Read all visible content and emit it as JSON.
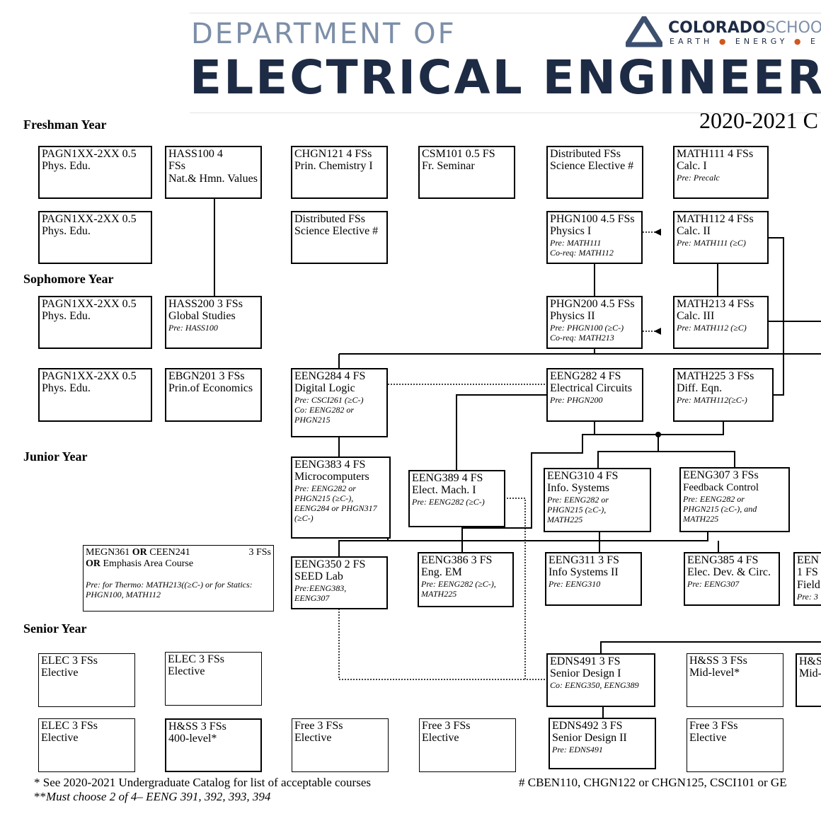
{
  "header": {
    "department_of": "DEPARTMENT OF",
    "department_name": "ELECTRICAL ENGINEER",
    "school_bold": "COLORADO",
    "school_light": "SCHOO",
    "tagline_1": "EARTH",
    "tagline_2": "ENERGY",
    "tagline_3": "E",
    "catalog_year": "2020-2021 C"
  },
  "years": {
    "freshman": "Freshman Year",
    "sophomore": "Sophomore Year",
    "junior": "Junior Year",
    "senior": "Senior Year"
  },
  "courses": {
    "pagn1": {
      "code": "PAGN1XX-2XX  0.5",
      "title": "Phys. Edu."
    },
    "hass100": {
      "code": "HASS100    4",
      "title_1": "FSs",
      "title_2": "Nat.& Hmn. Values"
    },
    "chgn121": {
      "code": "CHGN121  4  FSs",
      "title": "Prin. Chemistry I"
    },
    "csm101": {
      "code": "CSM101   0.5  FS",
      "title": "Fr. Seminar"
    },
    "dse1": {
      "code": "Distributed      FSs",
      "title": "Science Elective #"
    },
    "math111": {
      "code": "MATH111  4  FSs",
      "title": "Calc. I",
      "pre": "Pre: Precalc"
    },
    "pagn2": {
      "code": "PAGN1XX-2XX  0.5",
      "title": "Phys. Edu."
    },
    "dse2": {
      "code": "Distributed      FSs",
      "title": "Science Elective #"
    },
    "phgn100": {
      "code": "PHGN100 4.5 FSs",
      "title": "Physics I",
      "pre_1": "Pre: MATH111",
      "pre_2": "Co-req: MATH112"
    },
    "math112": {
      "code": "MATH112  4  FSs",
      "title": "Calc. II",
      "pre": "Pre: MATH111 (≥C)"
    },
    "pagn3": {
      "code": "PAGN1XX-2XX  0.5",
      "title": "Phys. Edu."
    },
    "hass200": {
      "code": "HASS200   3  FSs",
      "title": "Global Studies",
      "pre": "Pre: HASS100"
    },
    "phgn200": {
      "code": "PHGN200 4.5 FSs",
      "title": "Physics II",
      "pre_1": "Pre: PHGN100 (≥C-)",
      "pre_2": "Co-req: MATH213"
    },
    "math213": {
      "code": "MATH213   4 FSs",
      "title": "Calc. III",
      "pre": "Pre: MATH112 (≥C)"
    },
    "pagn4": {
      "code": "PAGN1XX-2XX  0.5",
      "title": "Phys. Edu."
    },
    "ebgn201": {
      "code": "EBGN201   3 FSs",
      "title": "Prin.of Economics"
    },
    "eeng284": {
      "code": "EENG284    4 FS",
      "title": "Digital Logic",
      "pre_1": "Pre: CSCI261 (≥C-)",
      "pre_2": "Co: EENG282 or",
      "pre_3": "PHGN215"
    },
    "eeng282": {
      "code": "EENG282    4 FS",
      "title": "Electrical Circuits",
      "pre": "Pre: PHGN200"
    },
    "math225": {
      "code": "MATH225   3 FSs",
      "title": "Diff. Eqn.",
      "pre": "Pre: MATH112(≥C-)"
    },
    "eeng383": {
      "code": "EENG383   4  FS",
      "title": "Microcomputers",
      "pre_1": "Pre: EENG282 or",
      "pre_2": "PHGN215 (≥C-),",
      "pre_3": "EENG284 or PHGN317",
      "pre_4": "(≥C-)"
    },
    "eeng389": {
      "code": "EENG389   4    FS",
      "title": "Elect. Mach. I",
      "pre": "Pre: EENG282 (≥C-)"
    },
    "eeng310": {
      "code": "EENG310    4  FS",
      "title": "Info. Systems",
      "pre_1": "Pre: EENG282 or",
      "pre_2": "PHGN215 (≥C-),",
      "pre_3": "MATH225"
    },
    "eeng307": {
      "code": "EENG307   3  FSs",
      "title": "Feedback Control",
      "pre_1": "Pre: EENG282 or",
      "pre_2": "PHGN215 (≥C-), and",
      "pre_3": "MATH225"
    },
    "megn361": {
      "code_a": "MEGN361",
      "or_1": "OR",
      "code_b": "CEEN241",
      "credits": "3 FSs",
      "or_2": "OR",
      "title": "Emphasis Area Course",
      "pre_1": "Pre: for Thermo: MATH213((≥C-) or for Statics:",
      "pre_2": "PHGN100, MATH112"
    },
    "eeng350": {
      "code": "EENG350    2  FS",
      "title": "SEED Lab",
      "pre_1": "Pre:EENG383,",
      "pre_2": "EENG307"
    },
    "eeng386": {
      "code": "EENG386    3   FS",
      "title": "Eng. EM",
      "pre_1": "Pre: EENG282 (≥C-),",
      "pre_2": "MATH225"
    },
    "eeng311": {
      "code": "EENG311       3 FS",
      "title": "Info Systems II",
      "pre": "Pre: EENG310"
    },
    "eeng385": {
      "code": "EENG385    4  FS",
      "title": "Elec. Dev. & Circ.",
      "pre": "Pre: EENG307"
    },
    "eenx": {
      "code": "EEN",
      "title_1": "1 FS",
      "title_2": "Field",
      "pre": "Pre:  3"
    },
    "elec1": {
      "code": "ELEC          3   FSs",
      "title": "Elective"
    },
    "elec2": {
      "code": "ELEC          3    FSs",
      "title": "Elective"
    },
    "edns491": {
      "code": "EDNS491 3 FS",
      "title": "Senior Design I",
      "pre": "Co: EENG350, EENG389"
    },
    "hss1": {
      "code": "H&SS       3 FSs",
      "title": "Mid-level*"
    },
    "hssx": {
      "code": "H&S",
      "title": "Mid-"
    },
    "elec3": {
      "code": "ELEC       3    FSs",
      "title": "Elective"
    },
    "hss400": {
      "code": "H&SS       3 FSs",
      "title": "400-level*"
    },
    "free1": {
      "code": "Free          3   FSs",
      "title": "Elective"
    },
    "free2": {
      "code": "Free          3    FSs",
      "title": "Elective"
    },
    "edns492": {
      "code": "EDNS492    3  FS",
      "title": "Senior Design II",
      "pre": "Pre: EDNS491"
    },
    "free3": {
      "code": "Free          3   FSs",
      "title": "Elective"
    }
  },
  "footnotes": {
    "note_1": "* See 2020-2021 Undergraduate Catalog for list of acceptable courses",
    "note_2_prefix": "**",
    "note_2": "Must choose 2 of 4– EENG 391, 392, 393, 394",
    "note_3": "# CBEN110, CHGN122 or CHGN125, CSCI101 or GE"
  }
}
